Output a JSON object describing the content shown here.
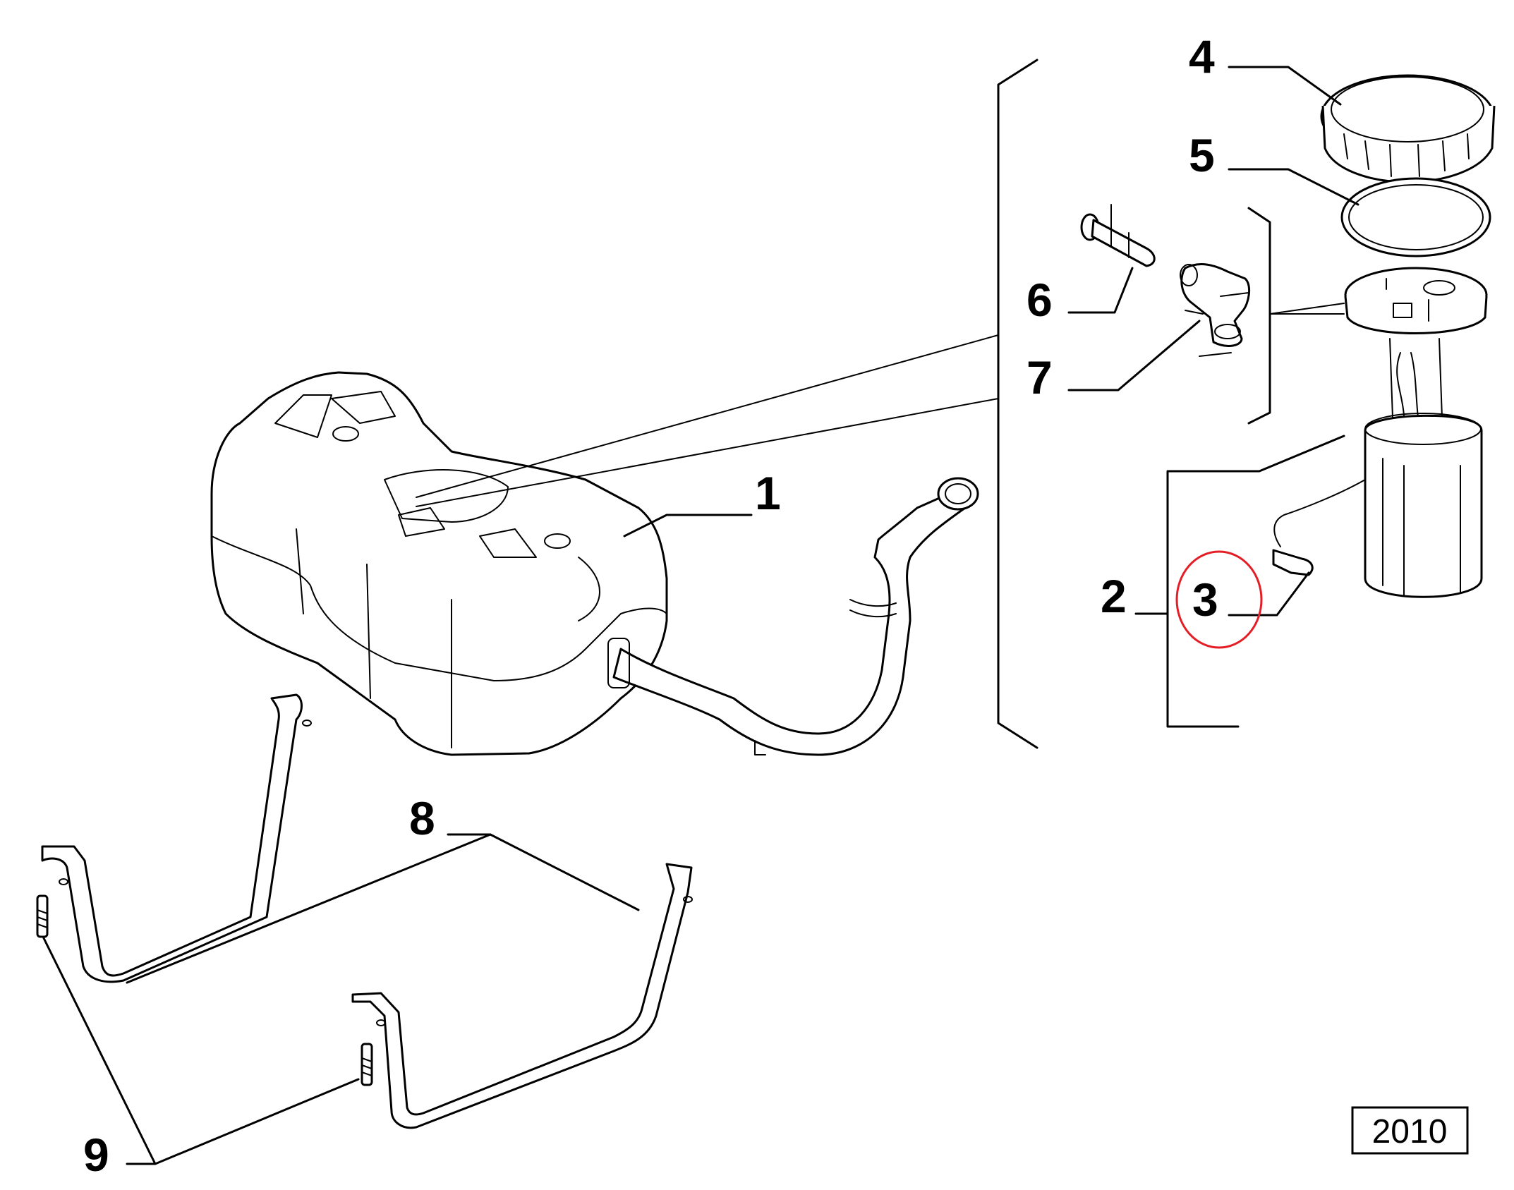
{
  "callouts": [
    "1",
    "2",
    "3",
    "4",
    "5",
    "6",
    "7",
    "8",
    "9"
  ],
  "reference_code": "2010",
  "highlight_color": "#e41e26"
}
